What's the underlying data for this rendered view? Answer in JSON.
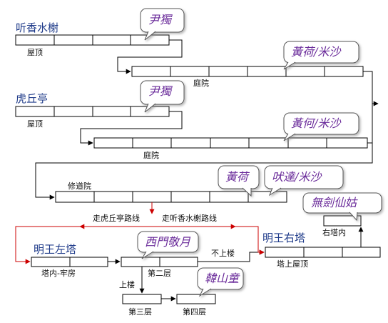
{
  "places": {
    "tingxiang": "听香水榭",
    "huqiu": "虎丘亭",
    "mingwang_left": "明王左塔",
    "mingwang_right": "明王右塔"
  },
  "labels": {
    "roof1": "屋顶",
    "courtyard1": "庭院",
    "roof2": "屋顶",
    "courtyard2": "庭院",
    "xiudao": "修道院",
    "tanei": "塔内-牢房",
    "second": "第二层",
    "third": "第三层",
    "fourth": "第四层",
    "right_inner": "右塔内",
    "tower_roof": "塔上屋顶"
  },
  "routes": {
    "huqiu_route": "走虎丘亭路线",
    "tingxiang_route": "走听香水榭路线",
    "up": "上楼",
    "not_up": "不上楼"
  },
  "bubbles": {
    "yin1": "尹獨",
    "huang1": "黃荷/米沙",
    "yin2": "尹獨",
    "huang2": "黃何/米沙",
    "huang3": "黃荷",
    "yuda": "吠達/米沙",
    "wujian": "無劍仙姑",
    "ximen": "西門敬月",
    "hanshan": "韓山童"
  },
  "colors": {
    "line": "#000000",
    "route_line": "#cc0000",
    "place_text": "#1f3b8a",
    "bubble_text": "#6a2b9a"
  }
}
